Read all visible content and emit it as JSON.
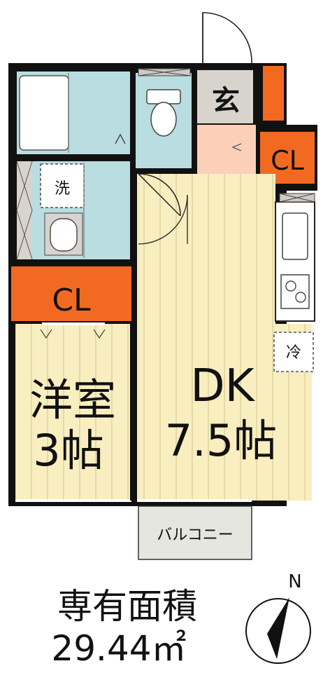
{
  "floor_plan": {
    "rooms": {
      "western_room": {
        "name": "洋室",
        "size": "3帖"
      },
      "dk": {
        "name": "DK",
        "size": "7.5帖"
      }
    },
    "labels": {
      "entrance": "玄",
      "closet": "CL",
      "washer": "洗",
      "fridge": "冷",
      "balcony": "バルコニー"
    },
    "area": {
      "label": "専有面積",
      "value": "29.44㎡"
    },
    "compass": {
      "north": "N"
    }
  },
  "colors": {
    "wall": "#111111",
    "floor": "#f8eec0",
    "floor_line": "#d9cd95",
    "wet_area": "#b9dde0",
    "closet": "#f26a22",
    "entrance_floor": "#fbcfb8",
    "balcony": "#e6e6e0",
    "cabinet": "#d8d3cc"
  }
}
